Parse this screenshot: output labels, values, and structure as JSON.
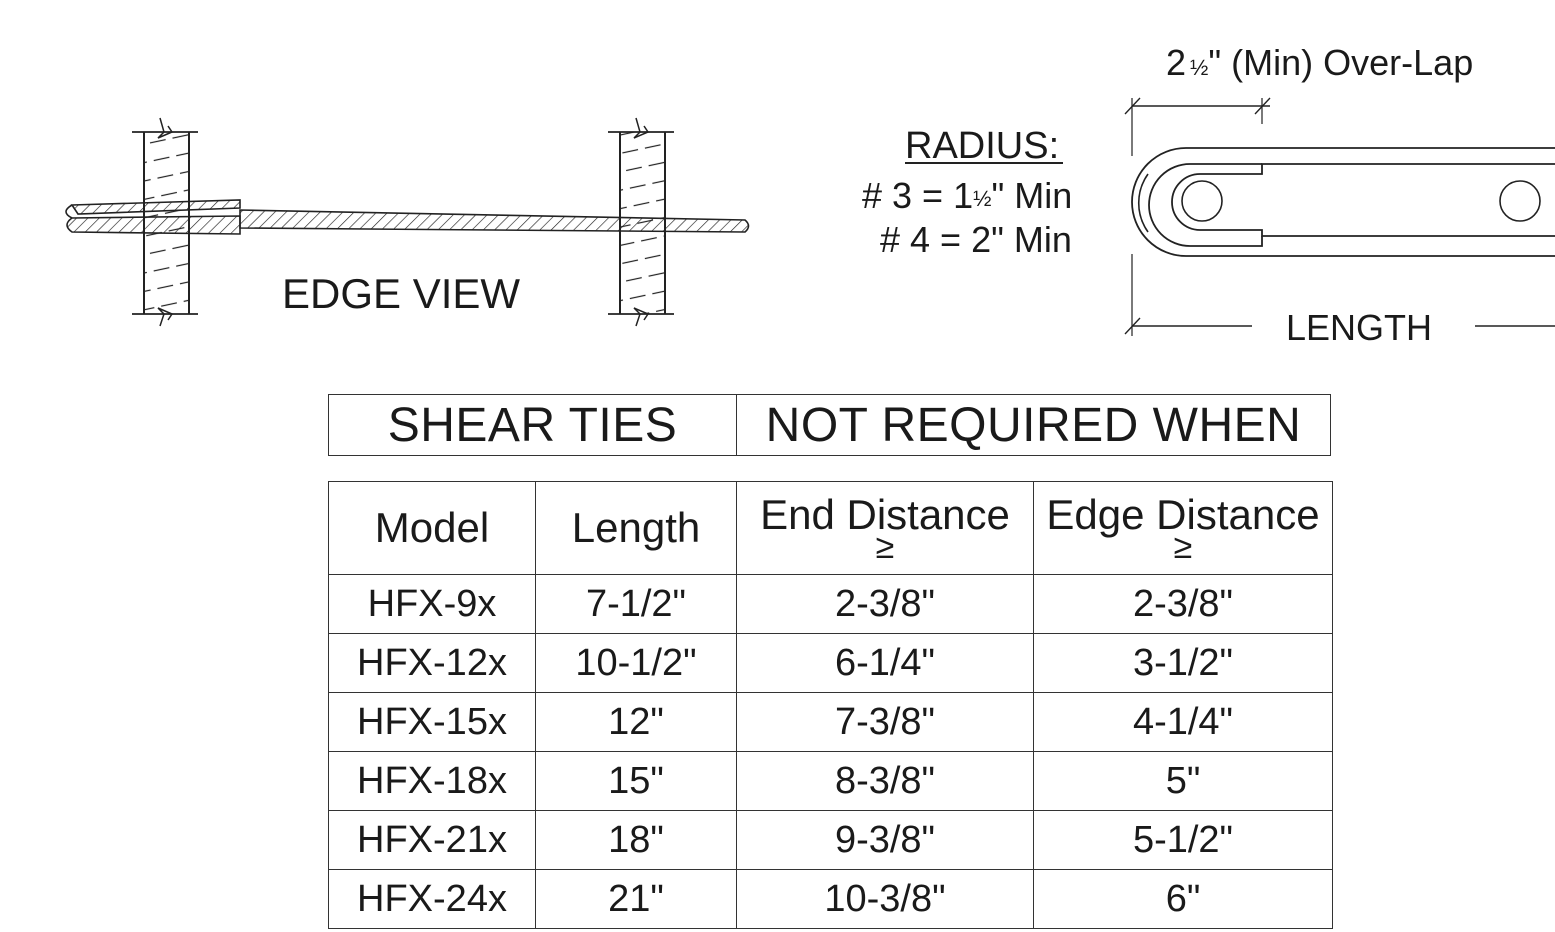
{
  "edge_view": {
    "label": "EDGE VIEW"
  },
  "overlap": {
    "whole": "2",
    "fraction": "½",
    "rest": "\" (Min) Over-Lap"
  },
  "radius": {
    "title": "RADIUS:",
    "line1_prefix": "# 3 = 1",
    "line1_fraction": "½",
    "line1_suffix": "\" Min",
    "line2": "# 4 = 2\" Min"
  },
  "length_label": "LENGTH",
  "header": {
    "left": "SHEAR TIES",
    "right": "NOT REQUIRED WHEN"
  },
  "table": {
    "columns": [
      "Model",
      "Length",
      "End Distance",
      "Edge Distance"
    ],
    "geq_symbol": "≥",
    "rows": [
      [
        "HFX-9x",
        "7-1/2\"",
        "2-3/8\"",
        "2-3/8\""
      ],
      [
        "HFX-12x",
        "10-1/2\"",
        "6-1/4\"",
        "3-1/2\""
      ],
      [
        "HFX-15x",
        "12\"",
        "7-3/8\"",
        "4-1/4\""
      ],
      [
        "HFX-18x",
        "15\"",
        "8-3/8\"",
        "5\""
      ],
      [
        "HFX-21x",
        "18\"",
        "9-3/8\"",
        "5-1/2\""
      ],
      [
        "HFX-24x",
        "21\"",
        "10-3/8\"",
        "6\""
      ]
    ]
  }
}
